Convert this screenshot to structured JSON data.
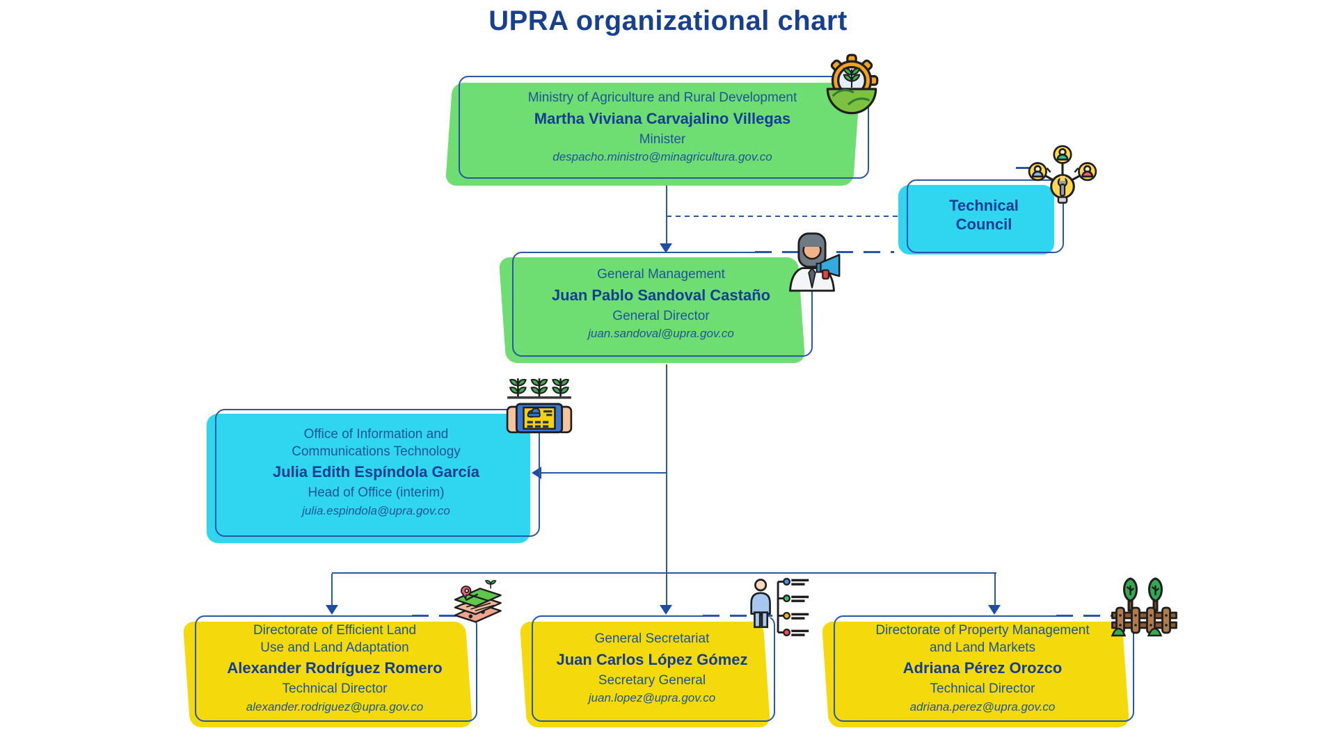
{
  "title": "UPRA organizational chart",
  "colors": {
    "green": "#6ede73",
    "cyan": "#30d6f0",
    "yellow": "#f4d90d",
    "line_blue": "#2857a6",
    "text_blue": "#1d5499",
    "name_blue": "#143e91",
    "title_blue": "#17418f"
  },
  "nodes": {
    "ministry": {
      "dept": "Ministry of Agriculture and Rural Development",
      "name": "Martha Viviana Carvajalino Villegas",
      "role": "Minister",
      "email": "despacho.ministro@minagricultura.gov.co",
      "icon": "agriculture-gear-icon"
    },
    "technical_council": {
      "dept": "Technical Council",
      "icon": "team-tools-icon"
    },
    "general_management": {
      "dept": "General Management",
      "name": "Juan Pablo Sandoval Castaño",
      "role": "General Director",
      "email": "juan.sandoval@upra.gov.co",
      "icon": "announcer-person-icon"
    },
    "ict_office": {
      "dept": "Office of Information and Communications Technology",
      "name": "Julia Edith Espíndola García",
      "role": "Head of Office (interim)",
      "email": "julia.espindola@upra.gov.co",
      "icon": "farm-tablet-icon"
    },
    "land_use_directorate": {
      "dept": "Directorate of Efficient Land Use and Land Adaptation",
      "name": "Alexander Rodríguez Romero",
      "role": "Technical Director",
      "email": "alexander.rodriguez@upra.gov.co",
      "icon": "land-layers-icon"
    },
    "general_secretariat": {
      "dept": "General Secretariat",
      "name": "Juan Carlos López Gómez",
      "role": "Secretary General",
      "email": "juan.lopez@upra.gov.co",
      "icon": "person-tasks-icon"
    },
    "property_directorate": {
      "dept": "Directorate of Property Management and Land Markets",
      "name": "Adriana Pérez Orozco",
      "role": "Technical Director",
      "email": "adriana.perez@upra.gov.co",
      "icon": "fence-trees-icon"
    }
  }
}
